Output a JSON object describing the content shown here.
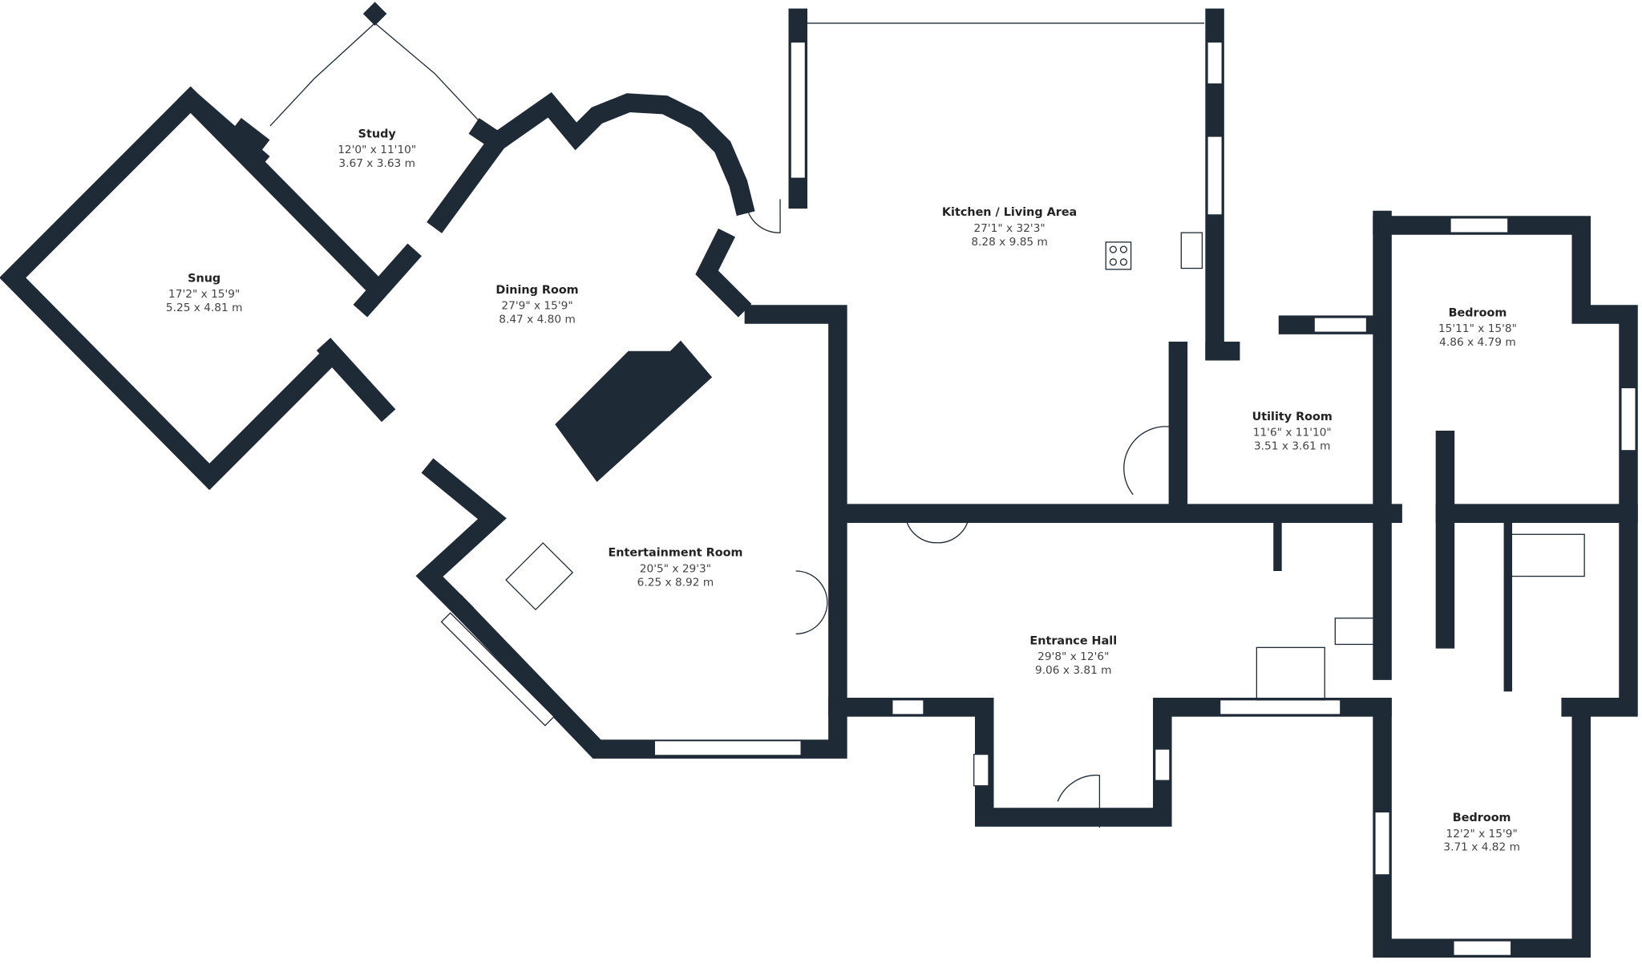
{
  "rooms": [
    {
      "name": "Study",
      "imperial": "12'0\" x 11'10\"",
      "metric": "3.67 x 3.63 m"
    },
    {
      "name": "Snug",
      "imperial": "17'2\" x 15'9\"",
      "metric": "5.25 x 4.81 m"
    },
    {
      "name": "Dining Room",
      "imperial": "27'9\" x 15'9\"",
      "metric": "8.47 x 4.80 m"
    },
    {
      "name": "Kitchen / Living Area",
      "imperial": "27'1\" x 32'3\"",
      "metric": "8.28 x 9.85 m"
    },
    {
      "name": "Bedroom",
      "imperial": "15'11\" x 15'8\"",
      "metric": "4.86 x 4.79 m"
    },
    {
      "name": "Utility Room",
      "imperial": "11'6\" x 11'10\"",
      "metric": "3.51 x 3.61 m"
    },
    {
      "name": "Entertainment Room",
      "imperial": "20'5\" x 29'3\"",
      "metric": "6.25 x 8.92 m"
    },
    {
      "name": "Entrance Hall",
      "imperial": "29'8\" x 12'6\"",
      "metric": "9.06 x 3.81 m"
    },
    {
      "name": "Bedroom",
      "imperial": "12'2\" x 15'9\"",
      "metric": "3.71 x 4.82 m"
    }
  ],
  "colors": {
    "wall": "#1f2a37"
  }
}
